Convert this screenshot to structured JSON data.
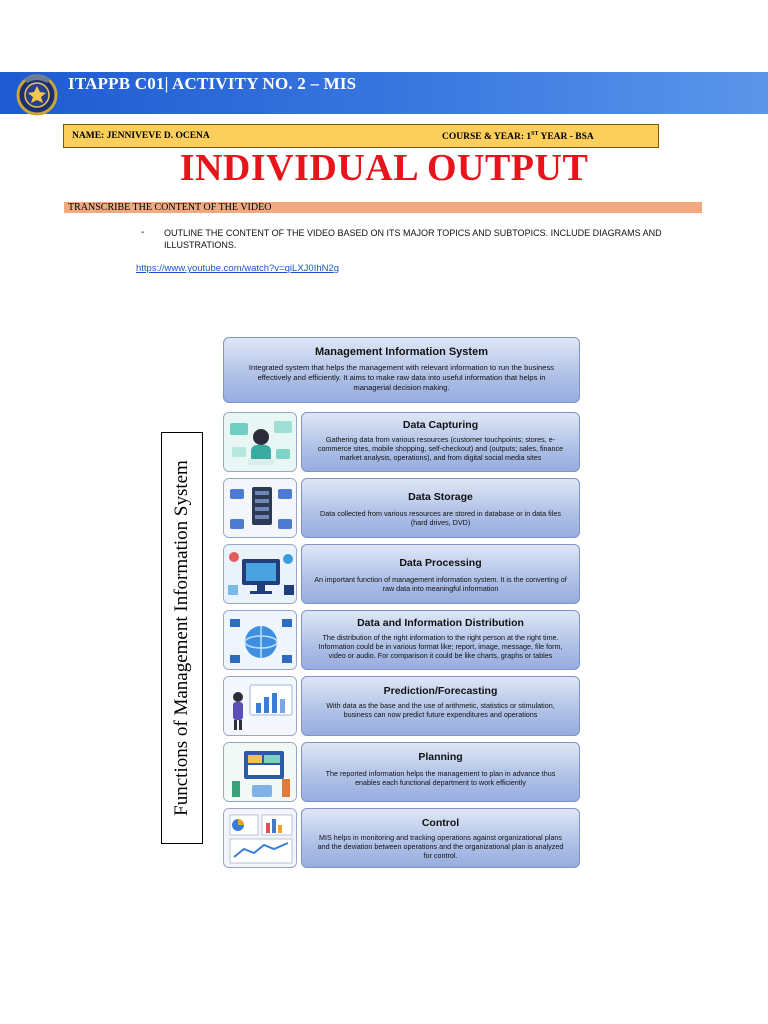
{
  "header": {
    "title": "ITAPPB C01| ACTIVITY NO. 2 – MIS",
    "accent_color": "#2e6cd8"
  },
  "student": {
    "name_line": "NAME:  JENNIVEVE D. OCENA",
    "course_prefix": "COURSE & YEAR: 1",
    "course_sup": "ST",
    "course_suffix": " YEAR - BSA"
  },
  "page_title": "INDIVIDUAL OUTPUT",
  "task_heading": "TRANSCRIBE THE CONTENT OF THE VIDEO",
  "instruction": {
    "bullet": "-",
    "text": "OUTLINE THE CONTENT OF THE VIDEO BASED ON ITS MAJOR TOPICS AND SUBTOPICS. INCLUDE DIAGRAMS AND ILLUSTRATIONS.",
    "link": "https://www.youtube.com/watch?v=qiLXJ0IhN2g"
  },
  "diagram": {
    "side_label": "Functions of Management Information System",
    "mis": {
      "title": "Management Information System",
      "desc": "Integrated system that helps the management with relevant information to run the business effectively and efficiently. It aims to make raw data into useful information that helps in managerial decision making."
    },
    "functions": [
      {
        "title": "Data Capturing",
        "desc": "Gathering data from various resources (customer touchpoints; stores, e-commerce sites, mobile shopping, self-checkout) and (outputs; sales, finance market analysis, operations), and from digital social media sites",
        "icon": "data-capturing-illustration"
      },
      {
        "title": "Data Storage",
        "desc": "Data collected from various resources are stored in database or in data files (hard drives, DVD)",
        "icon": "server-storage-illustration"
      },
      {
        "title": "Data Processing",
        "desc": "An important function of management information system. It is the converting of raw data into meaningful information",
        "icon": "data-processing-illustration"
      },
      {
        "title": "Data and Information Distribution",
        "desc": "The distribution of the right information to the right person at the right time. Information could be in various format like; report, image, message, file form, video or audio. For comparison it could be like charts, graphs or tables",
        "icon": "globe-distribution-illustration"
      },
      {
        "title": "Prediction/Forecasting",
        "desc": "With data as the base and the use of arithmetic, statistics or stimulation, business can now predict future expenditures and operations",
        "icon": "forecasting-illustration"
      },
      {
        "title": "Planning",
        "desc": "The reported information helps the management to plan in advance thus enables each functional department to work efficiently",
        "icon": "planning-illustration"
      },
      {
        "title": "Control",
        "desc": "MIS helps in monitoring and tracking operations against organizational plans and the deviation between operations and the organizational plan is analyzed for control.",
        "icon": "control-dashboard-illustration"
      }
    ]
  }
}
